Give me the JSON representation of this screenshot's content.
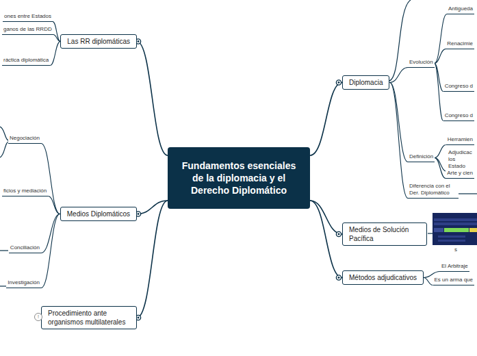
{
  "diagram": {
    "nodes": [
      {
        "text": [
          "Fundamentos esenciales de la diplomacia y el Derecho Diplomático"
        ]
      },
      {
        "text": [
          "Las RR diplomáticas"
        ]
      },
      {
        "text": [
          "ones entre Estados"
        ]
      },
      {
        "text": [
          "ganos de las RRDD"
        ]
      },
      {
        "text": [
          "ráctica diplomática"
        ]
      },
      {
        "text": [
          "Medios Diplomáticos"
        ]
      },
      {
        "text": [
          "Negociación"
        ]
      },
      {
        "text": [
          "ficios y mediación"
        ]
      },
      {
        "text": [
          "Conciliación"
        ]
      },
      {
        "text": [
          "Investigación"
        ]
      },
      {
        "text": [
          "Procedimiento ante organismos multilaterales"
        ]
      },
      {
        "text": [
          "Diplomacia"
        ]
      },
      {
        "text": [
          "Evolución"
        ]
      },
      {
        "text": [
          "Antigueda"
        ]
      },
      {
        "text": [
          "Renacimie"
        ]
      },
      {
        "text": [
          "Congreso d"
        ]
      },
      {
        "text": [
          "Congreso d"
        ]
      },
      {
        "text": [
          "Definición"
        ]
      },
      {
        "text": [
          "Herramien"
        ]
      },
      {
        "text": [
          "Adjudicac los Estado"
        ]
      },
      {
        "text": [
          "Arte y cien"
        ]
      },
      {
        "text": [
          "Diferencia con el Der. Diplomático"
        ]
      },
      {
        "text": [
          "Medios de Solución Pacífica"
        ]
      },
      {
        "text": [
          "Métodos adjudicativos"
        ]
      },
      {
        "text": [
          "El Arbitraje"
        ]
      },
      {
        "text": [
          "Es un arma que"
        ]
      }
    ],
    "edges": [
      {
        "from": 0,
        "to": 1,
        "arrow": "none"
      },
      {
        "from": 0,
        "to": 5,
        "arrow": "none"
      },
      {
        "from": 0,
        "to": 10,
        "arrow": "none"
      },
      {
        "from": 0,
        "to": 11,
        "arrow": "none"
      },
      {
        "from": 0,
        "to": 22,
        "arrow": "none"
      },
      {
        "from": 0,
        "to": 23,
        "arrow": "none"
      },
      {
        "from": 1,
        "to": 2,
        "arrow": "none"
      },
      {
        "from": 1,
        "to": 3,
        "arrow": "none"
      },
      {
        "from": 1,
        "to": 4,
        "arrow": "none"
      },
      {
        "from": 5,
        "to": 6,
        "arrow": "none"
      },
      {
        "from": 5,
        "to": 7,
        "arrow": "none"
      },
      {
        "from": 5,
        "to": 8,
        "arrow": "none"
      },
      {
        "from": 5,
        "to": 9,
        "arrow": "none"
      },
      {
        "from": 11,
        "to": 12,
        "arrow": "none"
      },
      {
        "from": 11,
        "to": 17,
        "arrow": "none"
      },
      {
        "from": 11,
        "to": 21,
        "arrow": "none"
      },
      {
        "from": 12,
        "to": 13,
        "arrow": "none"
      },
      {
        "from": 12,
        "to": 14,
        "arrow": "none"
      },
      {
        "from": 12,
        "to": 15,
        "arrow": "none"
      },
      {
        "from": 12,
        "to": 16,
        "arrow": "none"
      },
      {
        "from": 17,
        "to": 18,
        "arrow": "none"
      },
      {
        "from": 17,
        "to": 19,
        "arrow": "none"
      },
      {
        "from": 17,
        "to": 20,
        "arrow": "none"
      },
      {
        "from": 23,
        "to": 24,
        "arrow": "none"
      },
      {
        "from": 23,
        "to": 25,
        "arrow": "none"
      }
    ],
    "labels": [
      "!",
      "s"
    ]
  }
}
